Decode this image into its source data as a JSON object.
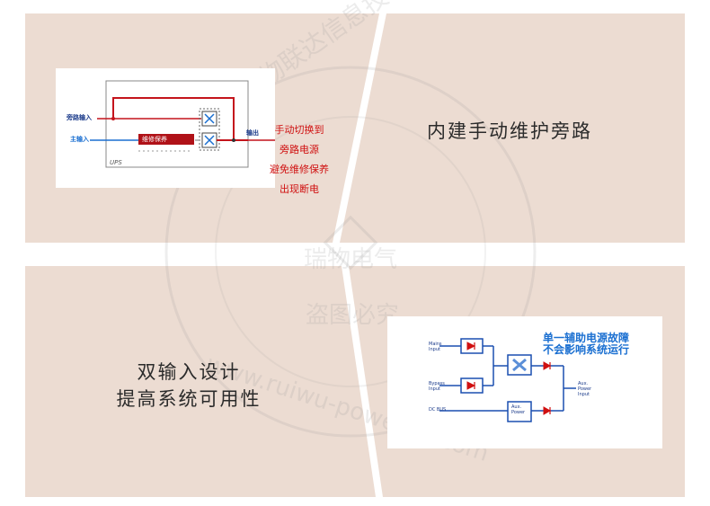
{
  "panels": {
    "top_right_caption": "内建手动维护旁路",
    "bottom_left_caption_line1": "双输入设计",
    "bottom_left_caption_line2": "提高系统可用性"
  },
  "ups_diagram": {
    "bypass_input_label": "旁路输入",
    "main_input_label": "主输入",
    "maintenance_bar_label": "维修保养",
    "ups_label": "UPS",
    "output_label": "输出",
    "note_lines": [
      "手动切换到",
      "旁路电源",
      "避免维修保养",
      "出现断电"
    ]
  },
  "dual_input_diagram": {
    "mains_input_label_1": "Mains",
    "mains_input_label_2": "Input",
    "bypass_input_label_1": "Bypass",
    "bypass_input_label_2": "Input",
    "dc_bus_label": "DC BUS",
    "aux_power_label_1": "Aux.",
    "aux_power_label_2": "Power",
    "aux_power_input_label_1": "Aux.",
    "aux_power_input_label_2": "Power",
    "aux_power_input_label_3": "Input",
    "note_line1": "单一辅助电源故障",
    "note_line2": "不会影响系统运行"
  },
  "watermark": {
    "company": "北京瑞物联达信息技术有限公司",
    "brand": "瑞物电气",
    "slogan": "盗图必究",
    "site": "www.ruiwu-power86.com"
  },
  "colors": {
    "panel_beige": "#ecdcd2",
    "red": "#c4141c",
    "blue": "#1a6fd1"
  }
}
